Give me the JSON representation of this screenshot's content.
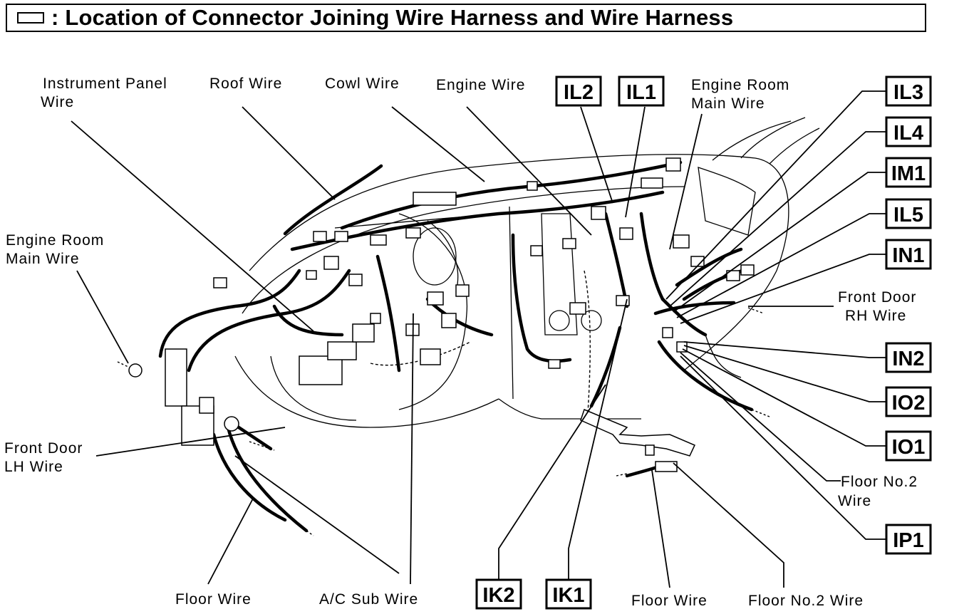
{
  "title": {
    "text": ": Location of Connector Joining Wire Harness and Wire Harness",
    "legend_symbol": "connector-code-box"
  },
  "wire_labels": {
    "instrument_panel_wire_1": "Instrument Panel",
    "instrument_panel_wire_2": "Wire",
    "roof_wire": "Roof Wire",
    "cowl_wire": "Cowl Wire",
    "engine_wire": "Engine Wire",
    "engine_room_main_wire_top_1": "Engine Room",
    "engine_room_main_wire_top_2": "Main Wire",
    "engine_room_main_wire_left_1": "Engine Room",
    "engine_room_main_wire_left_2": "Main Wire",
    "front_door_rh_wire_1": "Front Door",
    "front_door_rh_wire_2": "RH Wire",
    "front_door_lh_wire_1": "Front Door",
    "front_door_lh_wire_2": "LH Wire",
    "floor_no2_wire_right_1": "Floor No.2",
    "floor_no2_wire_right_2": "Wire",
    "floor_wire_left": "Floor Wire",
    "ac_sub_wire": "A/C Sub Wire",
    "floor_wire_bottom": "Floor Wire",
    "floor_no2_wire_bottom": "Floor No.2 Wire"
  },
  "connector_codes": {
    "IL2": "IL2",
    "IL1": "IL1",
    "IL3": "IL3",
    "IL4": "IL4",
    "IM1": "IM1",
    "IL5": "IL5",
    "IN1": "IN1",
    "IN2": "IN2",
    "IO2": "IO2",
    "IO1": "IO1",
    "IP1": "IP1",
    "IK2": "IK2",
    "IK1": "IK1"
  }
}
